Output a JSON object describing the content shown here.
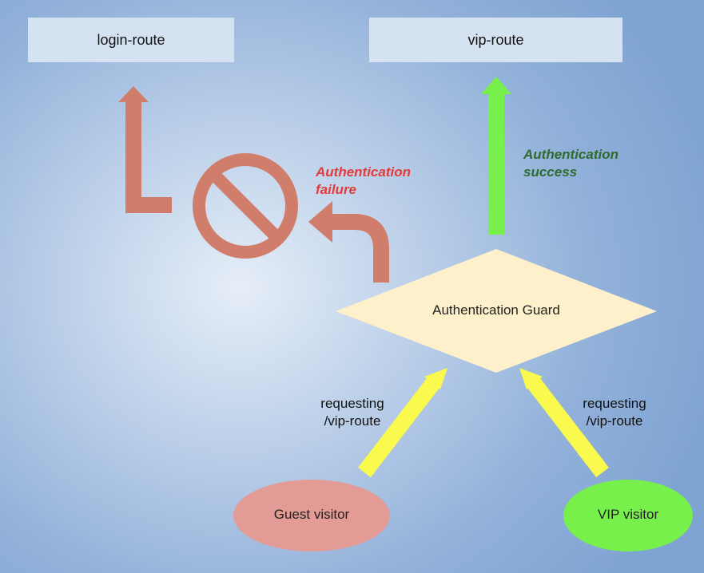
{
  "routes": {
    "login": "login-route",
    "vip": "vip-route"
  },
  "guard": {
    "label": "Authentication Guard"
  },
  "outcomes": {
    "failure": [
      "Authentication",
      "failure"
    ],
    "success": [
      "Authentication",
      "success"
    ]
  },
  "requests": {
    "guest": [
      "requesting",
      "/vip-route"
    ],
    "vip": [
      "requesting",
      "/vip-route"
    ]
  },
  "visitors": {
    "guest": "Guest visitor",
    "vip": "VIP visitor"
  },
  "colors": {
    "failure_arrow": "#d17d6b",
    "success_arrow": "#77f04c",
    "request_arrow": "#f9f94e",
    "guard_fill": "#fdf0cb",
    "guest_fill": "#e29b95",
    "vip_fill": "#77f04c",
    "route_box": "#d4e2f2"
  },
  "icons": {
    "blocked": "prohibited-icon"
  }
}
